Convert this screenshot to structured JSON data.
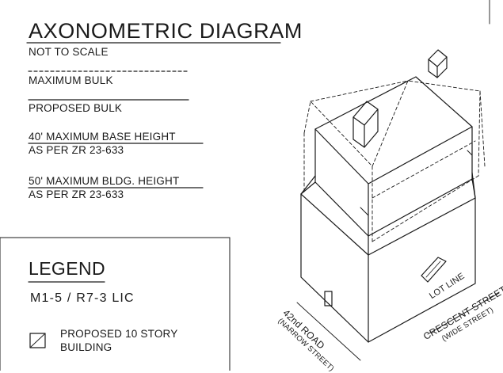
{
  "sheet": {
    "title": "AXONOMETRIC DIAGRAM",
    "scale_note": "NOT TO SCALE"
  },
  "notes": {
    "maximum_bulk": "MAXIMUM BULK",
    "proposed_bulk": "PROPOSED BULK",
    "base_height_line1": "40' MAXIMUM BASE HEIGHT",
    "base_height_line2": "AS PER ZR 23-633",
    "bldg_height_line1": "50' MAXIMUM BLDG. HEIGHT",
    "bldg_height_line2": "AS PER ZR 23-633"
  },
  "legend": {
    "title": "LEGEND",
    "zoning": "M1-5 / R7-3 LIC",
    "key_line1": "PROPOSED 10 STORY",
    "key_line2": "BUILDING"
  },
  "streets": {
    "road_name": "42nd ROAD",
    "road_type": "(NARROW STREET)",
    "avenue_name": "CRESCENT STREET",
    "avenue_type": "(WIDE STREET)",
    "lot_line": "LOT LINE"
  },
  "colors": {
    "ink": "#1a1a1a",
    "paper": "#ffffff"
  }
}
